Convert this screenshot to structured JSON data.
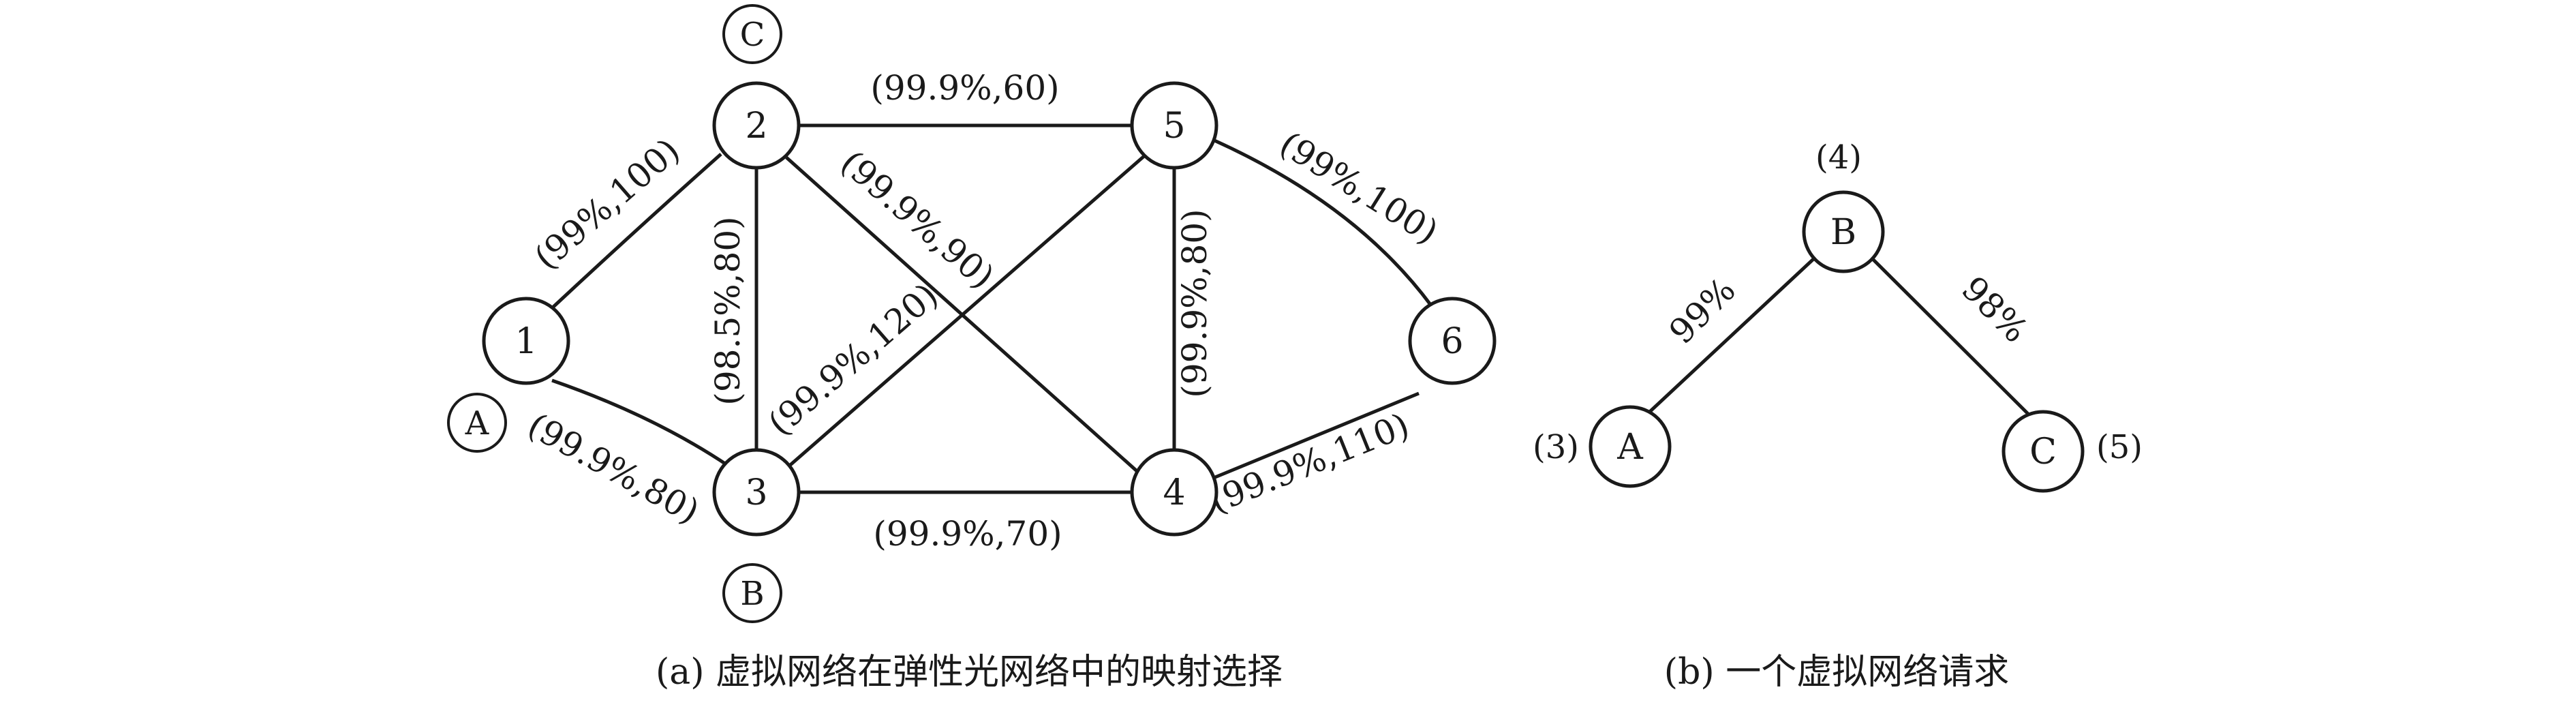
{
  "panel_a": {
    "caption": "(a) 虚拟网络在弹性光网络中的映射选择",
    "nodes": [
      "1",
      "2",
      "3",
      "4",
      "5",
      "6"
    ],
    "node_tags": {
      "2": "C",
      "1": "A",
      "3": "B"
    },
    "edges": [
      {
        "from": "1",
        "to": "2",
        "label": "(99%,100)"
      },
      {
        "from": "1",
        "to": "3",
        "label": "(99.9%,80)"
      },
      {
        "from": "2",
        "to": "3",
        "label": "(98.5%,80)"
      },
      {
        "from": "2",
        "to": "5",
        "label": "(99.9%,60)"
      },
      {
        "from": "2",
        "to": "4",
        "label": "(99.9%,90)"
      },
      {
        "from": "3",
        "to": "5",
        "label": "(99.9%,120)"
      },
      {
        "from": "3",
        "to": "4",
        "label": "(99.9%,70)"
      },
      {
        "from": "5",
        "to": "4",
        "label": "(99.9%,80)"
      },
      {
        "from": "5",
        "to": "6",
        "label": "(99%,100)"
      },
      {
        "from": "4",
        "to": "6",
        "label": "(99.9%,110)"
      }
    ]
  },
  "panel_b": {
    "caption": "(b) 一个虚拟网络请求",
    "nodes": [
      {
        "id": "B",
        "mapping": "(4)"
      },
      {
        "id": "A",
        "mapping": "(3)"
      },
      {
        "id": "C",
        "mapping": "(5)"
      }
    ],
    "edges": [
      {
        "from": "B",
        "to": "A",
        "label": "99%"
      },
      {
        "from": "B",
        "to": "C",
        "label": "98%"
      }
    ]
  }
}
